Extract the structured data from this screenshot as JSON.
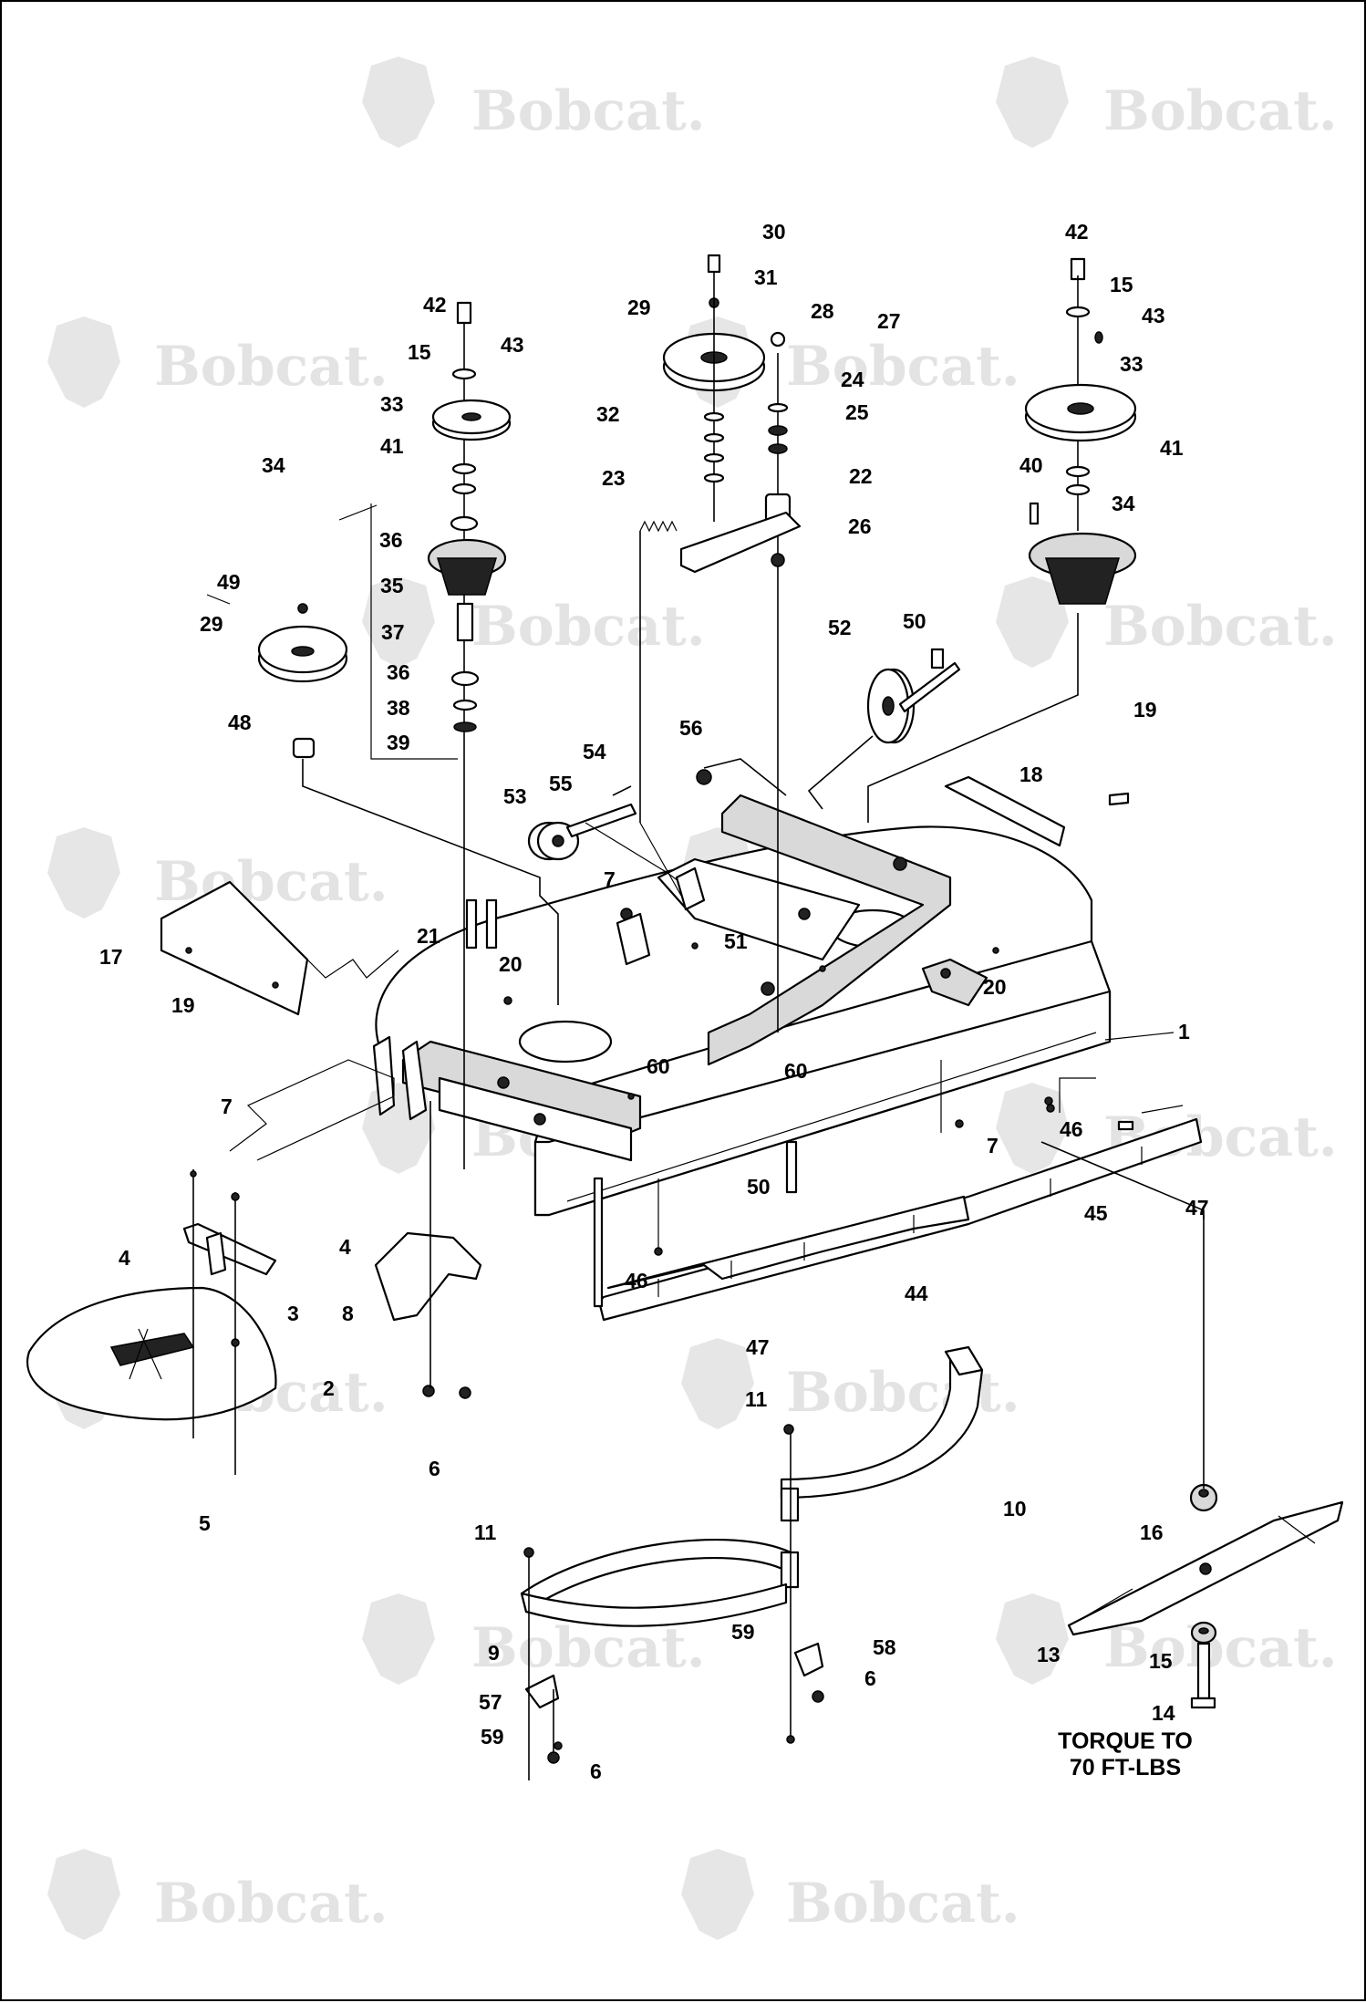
{
  "watermark": {
    "text": "Bobcat."
  },
  "callouts": {
    "c1": "1",
    "c2": "2",
    "c3": "3",
    "c4a": "4",
    "c4b": "4",
    "c5": "5",
    "c6a": "6",
    "c6b": "6",
    "c6c": "6",
    "c7a": "7",
    "c7b": "7",
    "c7c": "7",
    "c8": "8",
    "c9": "9",
    "c10": "10",
    "c11a": "11",
    "c11b": "11",
    "c13": "13",
    "c14": "14",
    "c15a": "15",
    "c15b": "15",
    "c15c": "15",
    "c16": "16",
    "c17": "17",
    "c18": "18",
    "c19a": "19",
    "c19b": "19",
    "c20a": "20",
    "c20b": "20",
    "c21": "21",
    "c22": "22",
    "c23": "23",
    "c24": "24",
    "c25": "25",
    "c26": "26",
    "c27": "27",
    "c28": "28",
    "c29a": "29",
    "c29b": "29",
    "c30": "30",
    "c31": "31",
    "c32": "32",
    "c33a": "33",
    "c33b": "33",
    "c34a": "34",
    "c34b": "34",
    "c35": "35",
    "c36a": "36",
    "c36b": "36",
    "c37": "37",
    "c38": "38",
    "c39": "39",
    "c40": "40",
    "c41a": "41",
    "c41b": "41",
    "c42a": "42",
    "c42b": "42",
    "c43a": "43",
    "c43b": "43",
    "c44": "44",
    "c45": "45",
    "c46a": "46",
    "c46b": "46",
    "c47a": "47",
    "c47b": "47",
    "c48": "48",
    "c49": "49",
    "c50a": "50",
    "c50b": "50",
    "c51": "51",
    "c52": "52",
    "c53": "53",
    "c54": "54",
    "c55": "55",
    "c56": "56",
    "c57": "57",
    "c58": "58",
    "c59a": "59",
    "c59b": "59",
    "c60a": "60",
    "c60b": "60"
  },
  "torque_note": {
    "line1": "TORQUE TO",
    "line2": "70 FT-LBS"
  }
}
